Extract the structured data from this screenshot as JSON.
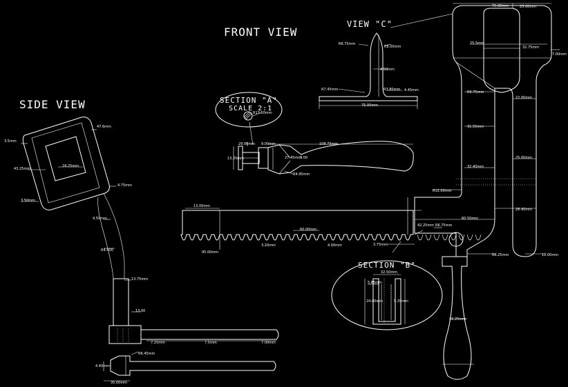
{
  "labels": {
    "front_view": "FRONT VIEW",
    "side_view": "SIDE VIEW",
    "view_c": "VIEW \"C\"",
    "section_a": "SECTION \"A\"",
    "section_a_scale": "SCALE 2:1",
    "section_b": "SECTION \"B\""
  },
  "dims": {
    "d_75top": "75.00mm",
    "d_23top": "23.00mm",
    "d_25": "25.5mm",
    "d_32_75": "32.75mm",
    "d_7": "7.00mm",
    "d_r8_75": "R8.75mm",
    "d_r8": "R8.00mm",
    "d_4_50": "4.50mm",
    "d_r6_75": "R6.75mm",
    "d_r7_45": "R7.45mm",
    "d_r3_80": "R3.80mm",
    "d_4_45": "4.45mm",
    "d_75b": "75.00mm",
    "d_r13": "R13.50mm",
    "d_29": "29.00mm",
    "d_9": "9.00mm",
    "d_108": "108.75mm",
    "d_13": "13.25mm",
    "d_27": "27.45mm",
    "d_9b": "9.00",
    "d_r4": "R4.95mm",
    "d_31": "31.55mm",
    "d_32": "32.40mm",
    "d_25b": "25.00mm",
    "d_60": "60.00mm",
    "d_60_50": "60.50mm",
    "d_28": "28.40mm",
    "d_13b": "13.00mm",
    "d_95": "95.00mm",
    "d_42": "42.25mm",
    "d_r6_75b": "R6.75mm",
    "d_3_20": "3.20mm",
    "d_4_00": "4.00mm",
    "d_3_75": "3.75mm",
    "d_22": "22.00mm",
    "d_r8_25": "R8.25mm",
    "d_r12": "R12.00mm",
    "d_12": "12.00mm",
    "d_16": "16.25mm",
    "d_b1": "32.50mm",
    "d_b2": "5.85mm",
    "d_b3": "24.00mm",
    "d_b4": "5.35mm",
    "d_s1": "3.5mm",
    "d_s2": "47.6mm",
    "d_s3": "43.25mm",
    "d_s4": "24.25mm",
    "d_s5": "3.50mm",
    "d_s6": "4.75mm",
    "d_s7": "4.50mm",
    "d_s8": "R4.400",
    "d_s9": "13.75mm",
    "d_s10": "13.00",
    "d_s11": "7.25mm",
    "d_s12": "7.5mm",
    "d_s13": "7.00mm",
    "d_s14": "R6.45mm",
    "d_s15": "4.40mm",
    "d_s16": "35.00mm"
  }
}
